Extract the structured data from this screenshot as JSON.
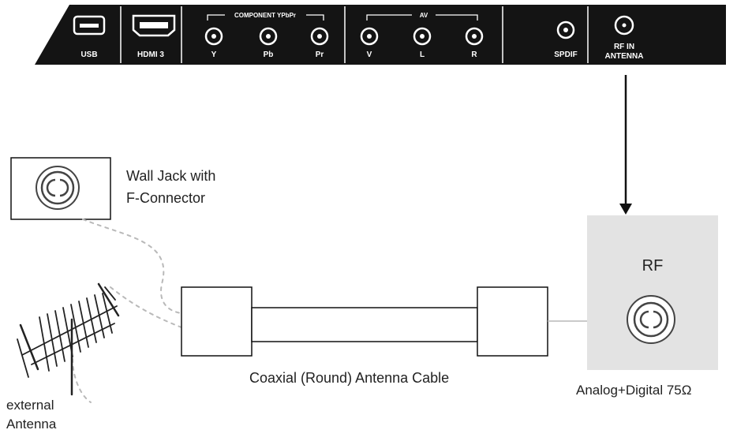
{
  "panel": {
    "ports": {
      "usb": "USB",
      "hdmi": "HDMI 3",
      "component_group": "COMPONENT YPbPr",
      "y": "Y",
      "pb": "Pb",
      "pr": "Pr",
      "av_group": "AV",
      "v": "V",
      "l": "L",
      "r": "R",
      "spdif": "SPDIF",
      "rf_in_line1": "RF IN",
      "rf_in_line2": "ANTENNA"
    }
  },
  "wall_jack": {
    "label_line1": "Wall Jack with",
    "label_line2": "F-Connector"
  },
  "external_antenna": {
    "label_line1": "external",
    "label_line2": "Antenna"
  },
  "cable": {
    "label": "Coaxial (Round) Antenna Cable"
  },
  "rf_box": {
    "title": "RF",
    "caption": "Analog+Digital 75Ω"
  },
  "colors": {
    "panel": "#141414",
    "panel_text": "#ffffff",
    "rf_box_bg": "#e3e3e3",
    "line": "#111111",
    "dotted": "#b9b9b9"
  }
}
